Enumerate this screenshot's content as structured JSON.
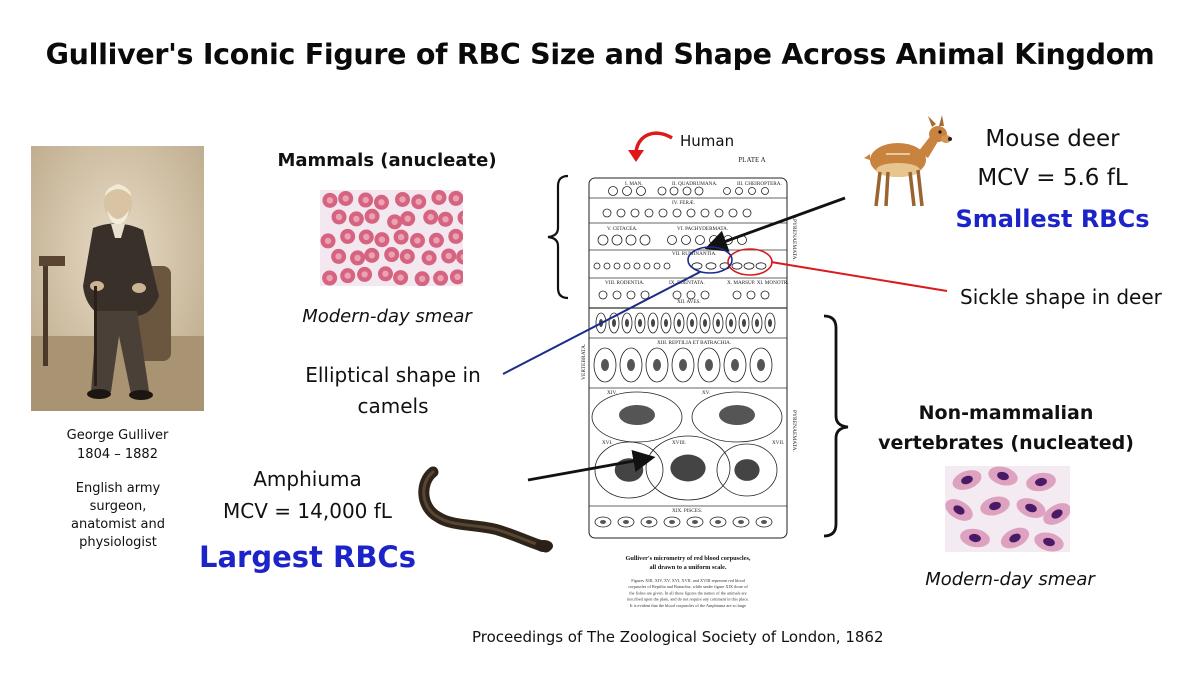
{
  "title": "Gulliver's Iconic Figure of RBC Size and Shape Across Animal Kingdom",
  "portrait": {
    "name": "George Gulliver",
    "years": "1804 – 1882",
    "description": "English army surgeon, anatomist and physiologist"
  },
  "mammals": {
    "heading": "Mammals (anucleate)",
    "caption": "Modern-day smear"
  },
  "nonmammals": {
    "heading": "Non-mammalian vertebrates (nucleated)",
    "caption": "Modern-day smear"
  },
  "human_label": "Human",
  "mouse_deer": {
    "name": "Mouse deer",
    "mcv": "MCV = 5.6 fL",
    "tag": "Smallest RBCs"
  },
  "amphiuma": {
    "name": "Amphiuma",
    "mcv": "MCV = 14,000 fL",
    "tag": "Largest RBCs"
  },
  "sickle_label": "Sickle shape in deer",
  "elliptical_label": "Elliptical shape in camels",
  "source": "Proceedings of The Zoological Society of London, 1862",
  "plate": {
    "plate_label": "PLATE A",
    "sections": [
      "I. MAN.",
      "II. QUADRUMANA.",
      "III. CHEIROPTERA.",
      "IV. FERÆ.",
      "V. CETACEA.",
      "VI. PACHYDERMATA.",
      "VII. RUMINANTIA.",
      "VIII. RODENTIA.",
      "IX. EDENTATA.",
      "X. MARSUP. XI. MONOTR.",
      "XII. AVES.",
      "XIII. REPTILIA ET BATRACHIA.",
      "XIV.",
      "XV.",
      "XVI.",
      "XVII.",
      "XVIII.",
      "XIX. PISCES."
    ],
    "side_left": "VERTEBRATA.",
    "side_right_top": "APYRENAEMATA.",
    "side_right_bottom": "PYRENAEMATA.",
    "caption_title": "Gulliver's micrometry of red blood corpuscles, all drawn to a uniform scale.",
    "caption_body": "Figures XIII, XIV, XV, XVI, XVII, and XVIII represent red blood corpuscles of Reptilia and Batrachia, while under figure XIX those of the fishes are given. In all these figures the names of the animals are inscribed upon the plate, and do not require any comment in this place. It is evident that the blood corpuscles of the Amphiuma are so large that they can be perceived by the naked eye."
  }
}
